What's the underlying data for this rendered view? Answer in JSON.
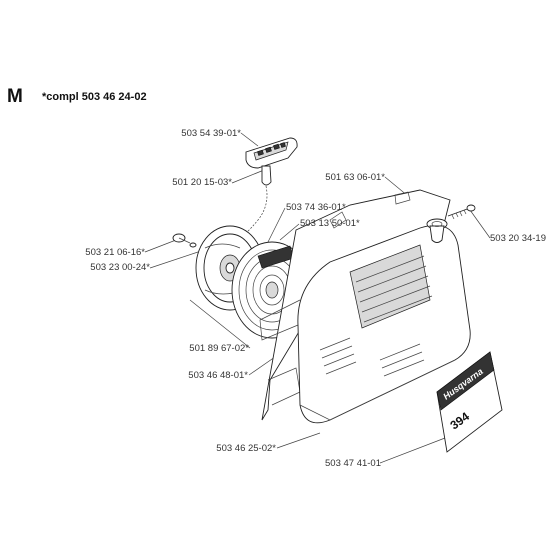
{
  "header": {
    "section_letter": "M",
    "assembly_ref": "*compl 503 46 24-02"
  },
  "callouts": [
    {
      "id": "handle",
      "text": "503 54 39-01*"
    },
    {
      "id": "rope",
      "text": "501 20 15-03*"
    },
    {
      "id": "spring",
      "text": "503 74 36-01*"
    },
    {
      "id": "spring-cassette",
      "text": "503 13 50-01*"
    },
    {
      "id": "screw-small",
      "text": "503 21 06-16*"
    },
    {
      "id": "washer",
      "text": "503 23 00-24*"
    },
    {
      "id": "pulley",
      "text": "501 89 67-02*"
    },
    {
      "id": "starter-housing",
      "text": "503 46 48-01*"
    },
    {
      "id": "cover",
      "text": "503 46 25-02*"
    },
    {
      "id": "decal",
      "text": "503 47 41-01"
    },
    {
      "id": "grommet",
      "text": "501 63 06-01*"
    },
    {
      "id": "screw",
      "text": "503 20 34-19"
    }
  ],
  "decal_text": {
    "brand": "Husqvarna",
    "model": "394"
  }
}
